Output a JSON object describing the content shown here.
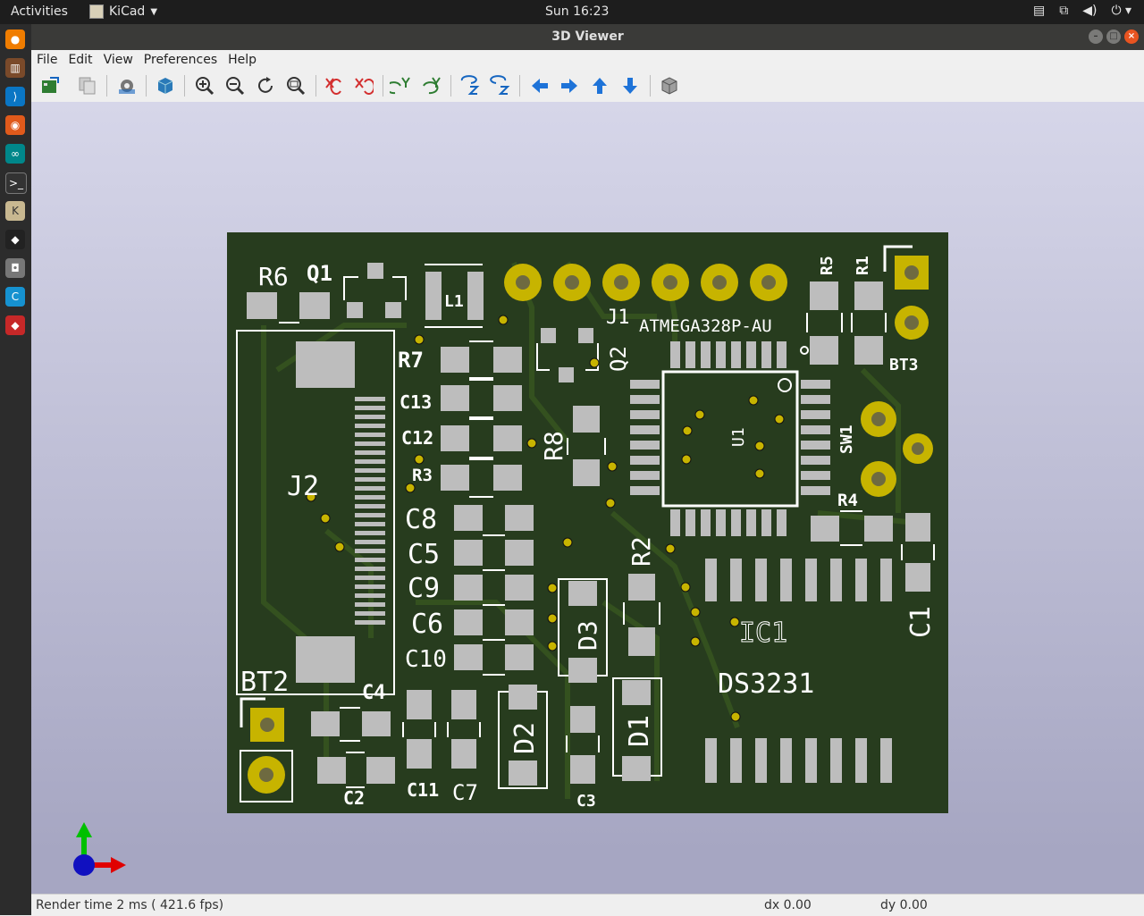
{
  "topbar": {
    "activities": "Activities",
    "app_name": "KiCad",
    "clock": "Sun 16:23"
  },
  "window": {
    "title": "3D Viewer"
  },
  "menu": {
    "file": "File",
    "edit": "Edit",
    "view": "View",
    "preferences": "Preferences",
    "help": "Help"
  },
  "status": {
    "render": "Render time 2 ms ( 421.6 fps)",
    "dx": "dx 0.00",
    "dy": "dy 0.00"
  },
  "pcb": {
    "colors": {
      "board": "#273c1e",
      "silk": "#ffffff",
      "pad": "#bdbdbd",
      "gold": "#c7b400"
    },
    "labels": {
      "r6": "R6",
      "q1": "Q1",
      "l1": "L1",
      "j1": "J1",
      "atmega": "ATMEGA328P-AU",
      "q2": "Q2",
      "r5": "R5",
      "r1": "R1",
      "bt3": "BT3",
      "r7": "R7",
      "c13": "C13",
      "c12": "C12",
      "r3": "R3",
      "r8": "R8",
      "u1": "U1",
      "sw1": "SW1",
      "j2": "J2",
      "c8": "C8",
      "c5": "C5",
      "c9": "C9",
      "c6": "C6",
      "c10": "C10",
      "r2": "R2",
      "r4": "R4",
      "d3": "D3",
      "ic1": "IC1",
      "c1": "C1",
      "bt2": "BT2",
      "c4": "C4",
      "ds3231": "DS3231",
      "d2": "D2",
      "d1": "D1",
      "c2": "C2",
      "c11": "C11",
      "c7": "C7",
      "c3": "C3"
    }
  }
}
